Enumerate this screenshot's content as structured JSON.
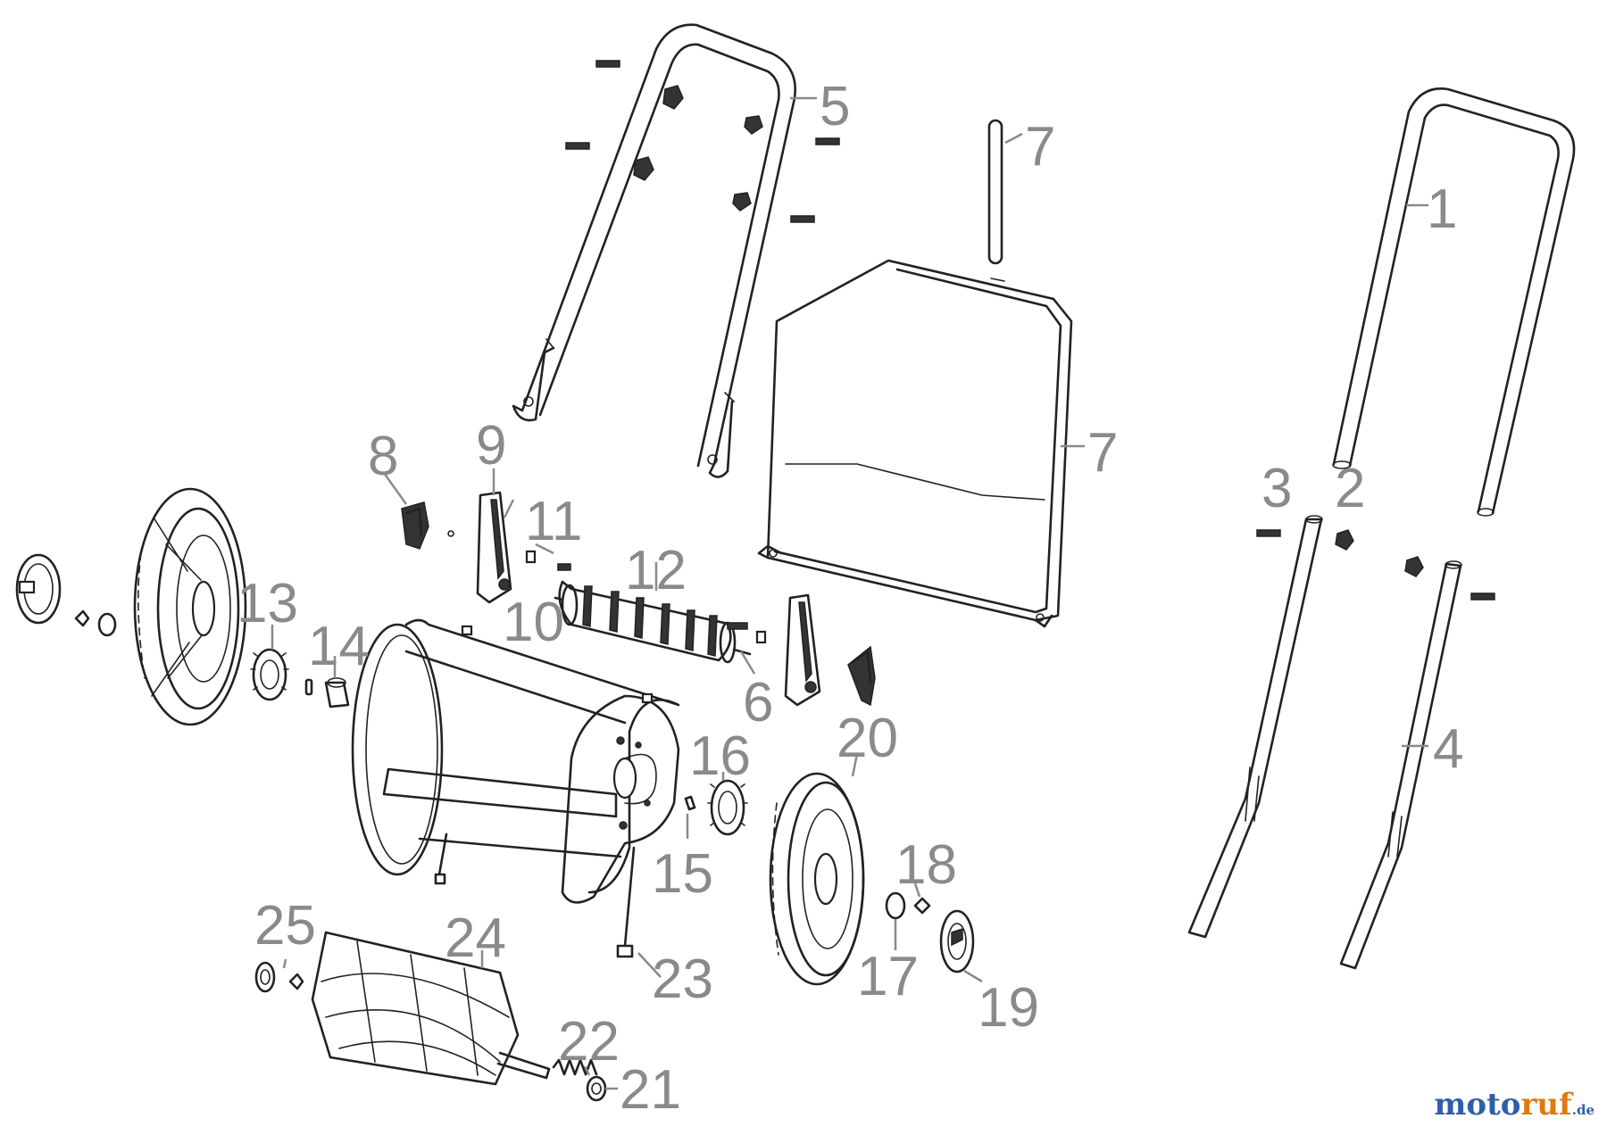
{
  "labels": {
    "p1": "1",
    "p2": "2",
    "p3": "3",
    "p4": "4",
    "p5": "5",
    "p6": "6",
    "p7a": "7",
    "p7b": "7",
    "p8": "8",
    "p9": "9",
    "p10": "10",
    "p11": "11",
    "p12": "12",
    "p13": "13",
    "p14": "14",
    "p15": "15",
    "p16": "16",
    "p17": "17",
    "p18": "18",
    "p19": "19",
    "p20": "20",
    "p21": "21",
    "p22": "22",
    "p23": "23",
    "p24": "24",
    "p25": "25"
  },
  "watermark": {
    "part1": "moto",
    "part2": "ruf",
    "part3": ".de"
  },
  "colors": {
    "label_gray": "#8a8a8a",
    "line": "#222222",
    "brand_blue": "#2e5fa8",
    "brand_orange": "#e07a10"
  }
}
